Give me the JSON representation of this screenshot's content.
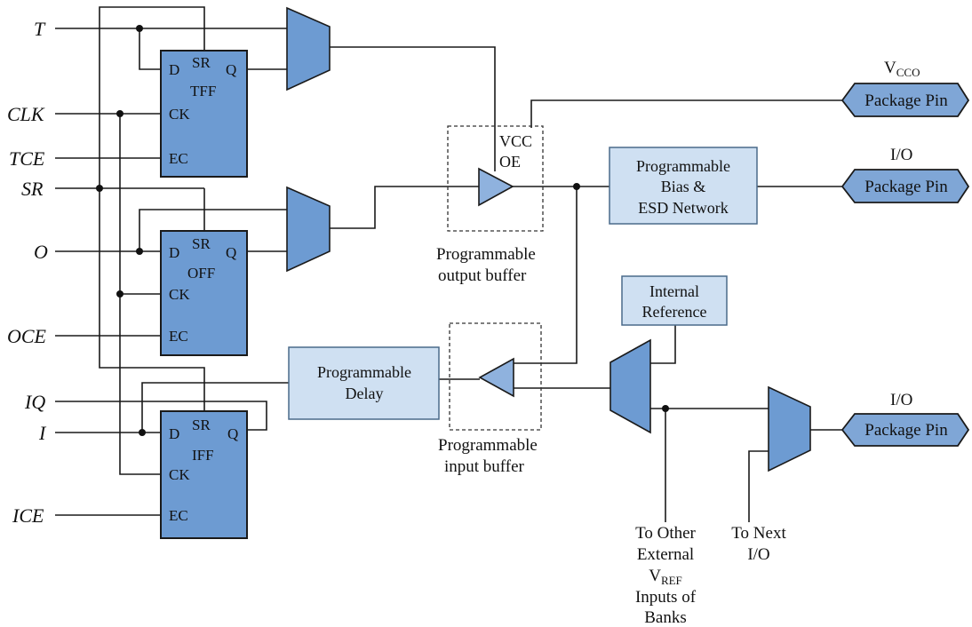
{
  "inputs": {
    "t": "T",
    "clk": "CLK",
    "tce": "TCE",
    "sr": "SR",
    "o": "O",
    "oce": "OCE",
    "iq": "IQ",
    "i": "I",
    "ice": "ICE"
  },
  "flipflops": {
    "tff": {
      "d": "D",
      "sr": "SR",
      "q": "Q",
      "name": "TFF",
      "ck": "CK",
      "ec": "EC"
    },
    "off": {
      "d": "D",
      "sr": "SR",
      "q": "Q",
      "name": "OFF",
      "ck": "CK",
      "ec": "EC"
    },
    "iff": {
      "d": "D",
      "sr": "SR",
      "q": "Q",
      "name": "IFF",
      "ck": "CK",
      "ec": "EC"
    }
  },
  "output_buffer": {
    "vcc": "VCC",
    "oe": "OE",
    "caption_1": "Programmable",
    "caption_2": "output buffer"
  },
  "input_buffer": {
    "caption_1": "Programmable",
    "caption_2": "input buffer"
  },
  "bias_block": {
    "line1": "Programmable",
    "line2": "Bias &",
    "line3": "ESD Network"
  },
  "delay_block": {
    "line1": "Programmable",
    "line2": "Delay"
  },
  "internal_ref": {
    "line1": "Internal",
    "line2": "Reference"
  },
  "pins": {
    "vcco_main": "V",
    "vcco_sub": "CCO",
    "pin1": "Package Pin",
    "io1": "I/O",
    "pin2": "Package Pin",
    "io2": "I/O",
    "pin3": "Package Pin"
  },
  "notes": {
    "other_1": "To Other",
    "other_2": "External",
    "other_3_main": "V",
    "other_3_sub": "REF",
    "other_4": "Inputs of",
    "other_5": "Banks",
    "next_1": "To Next",
    "next_2": "I/O"
  }
}
